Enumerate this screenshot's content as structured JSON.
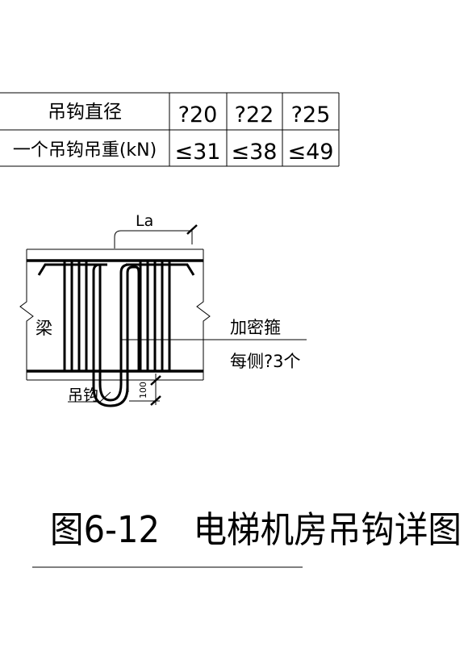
{
  "table": {
    "header_label": "吊钩直径",
    "row_label": "一个吊钩吊重(kN)",
    "columns": [
      {
        "diameter": "?20",
        "load": "≤31"
      },
      {
        "diameter": "?22",
        "load": "≤38"
      },
      {
        "diameter": "?25",
        "load": "≤49"
      }
    ]
  },
  "detail": {
    "anchor_label": "La",
    "beam_label": "梁",
    "stirrup_label_line1": "加密箍",
    "stirrup_label_line2": "每侧?3个",
    "hook_label": "吊钩",
    "spacing_label": "100"
  },
  "figure_title": "图6-12　电梯机房吊钩详图"
}
